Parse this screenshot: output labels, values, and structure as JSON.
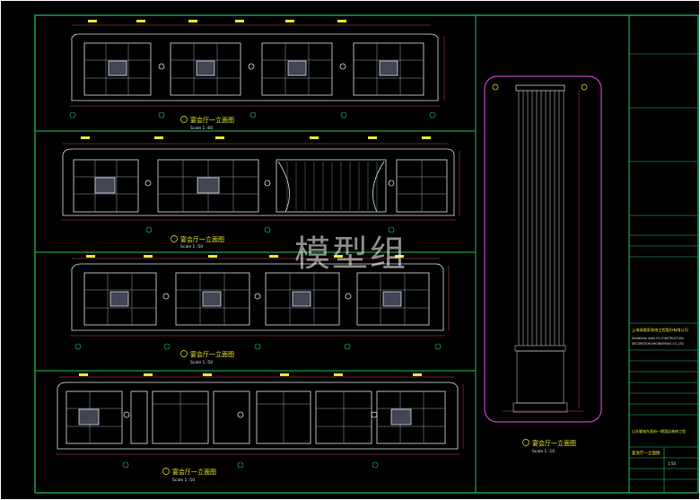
{
  "watermark": "模型组",
  "colors": {
    "frame": "#20c060",
    "wall": "#d8e2e6",
    "dim": "#d04848",
    "tag": "#e8e830",
    "panel": "#8fa8b8",
    "title_red": "#e04040"
  },
  "elevations": [
    {
      "title": "宴会厅一立面图",
      "scale": "Scale 1 :60"
    },
    {
      "title": "宴会厅一立面图",
      "scale": "Scale 1 :50"
    },
    {
      "title": "宴会厅一立面图",
      "scale": "Scale 1 :50"
    },
    {
      "title": "宴会厅一立面图",
      "scale": "Scale 1 :50"
    }
  ],
  "column_detail": {
    "title": "宴会厅一立面图",
    "scale": "Scale 1 :10"
  },
  "title_block": {
    "company_cn": "上海源路家装饰工程股份有限公司",
    "company_en_1": "SHANGHAI XIAN YU CONSTRUCTION",
    "company_en_2": "DECORATION ENGINEERING CO.,LTD",
    "project_label": "山东聊城东昌府一期酒店装修工程",
    "drawing_name": "宴会厅一立面图",
    "scale_value": "1:50"
  }
}
